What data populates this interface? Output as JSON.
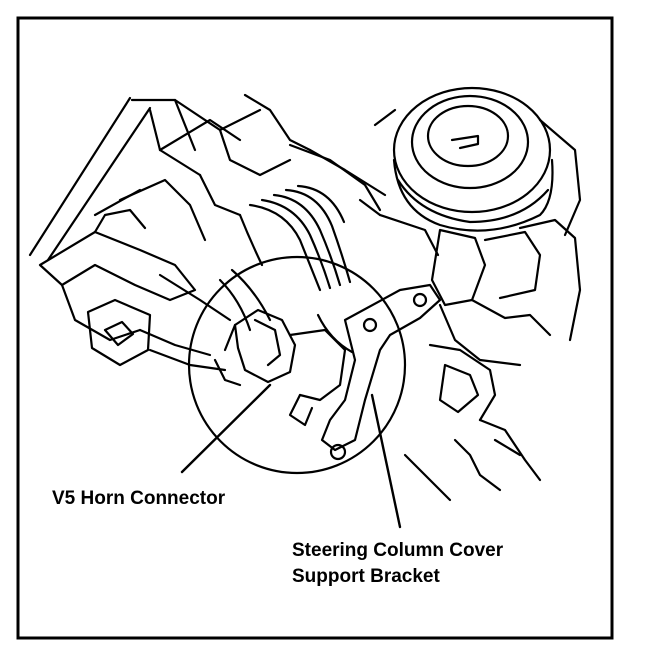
{
  "diagram": {
    "labels": {
      "horn_connector": "V5 Horn Connector",
      "bracket_line1": "Steering Column Cover",
      "bracket_line2": "Support Bracket"
    },
    "colors": {
      "ink": "#000000",
      "paper": "#ffffff"
    }
  }
}
